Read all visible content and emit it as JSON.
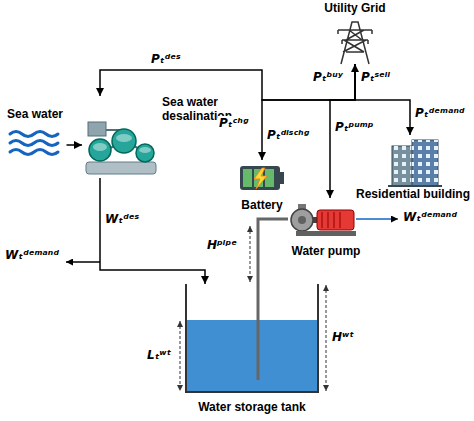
{
  "diagram": {
    "nodes": [
      {
        "text": [
          "Utility Grid"
        ]
      },
      {
        "text": [
          "Sea water"
        ]
      },
      {
        "text": [
          "Sea water desalination"
        ]
      },
      {
        "text": [
          "Battery"
        ]
      },
      {
        "text": [
          "Residential building"
        ]
      },
      {
        "text": [
          "Water pump"
        ]
      },
      {
        "text": [
          "Water storage tank"
        ]
      }
    ],
    "edges": [
      {
        "from": 0,
        "to": 2,
        "arrow": "to",
        "label": "Pₜᵈᵉˢ"
      },
      {
        "from": 0,
        "to": 3,
        "arrow": "both"
      },
      {
        "from": 0,
        "to": 5,
        "arrow": "to",
        "label": "Pₜᵖᵘᵐᵖ"
      },
      {
        "from": 0,
        "to": 4,
        "arrow": "to",
        "label": "Pₜᵈᵉᵐᵃⁿᵈ"
      },
      {
        "from": 1,
        "to": 2,
        "arrow": "to"
      },
      {
        "from": 2,
        "to": 6,
        "arrow": "to",
        "label": "Wₜᵈᵉˢ"
      },
      {
        "from": 5,
        "to": 6,
        "arrow": "none"
      }
    ],
    "labels": [
      "Pₜᵇᵘʸ",
      "Pₜˢᵉˡˡ",
      "Pₜᶜʰᵍ",
      "Pₜᵈⁱˢᶜʰᵍ",
      "Wₜᵈᵉᵐᵃⁿᵈ",
      "Wₜᵈᵉᵐᵃⁿᵈ",
      "Hᵖⁱᵖᵉ",
      "Lₜʷᵗ",
      "Hʷᵗ"
    ]
  }
}
